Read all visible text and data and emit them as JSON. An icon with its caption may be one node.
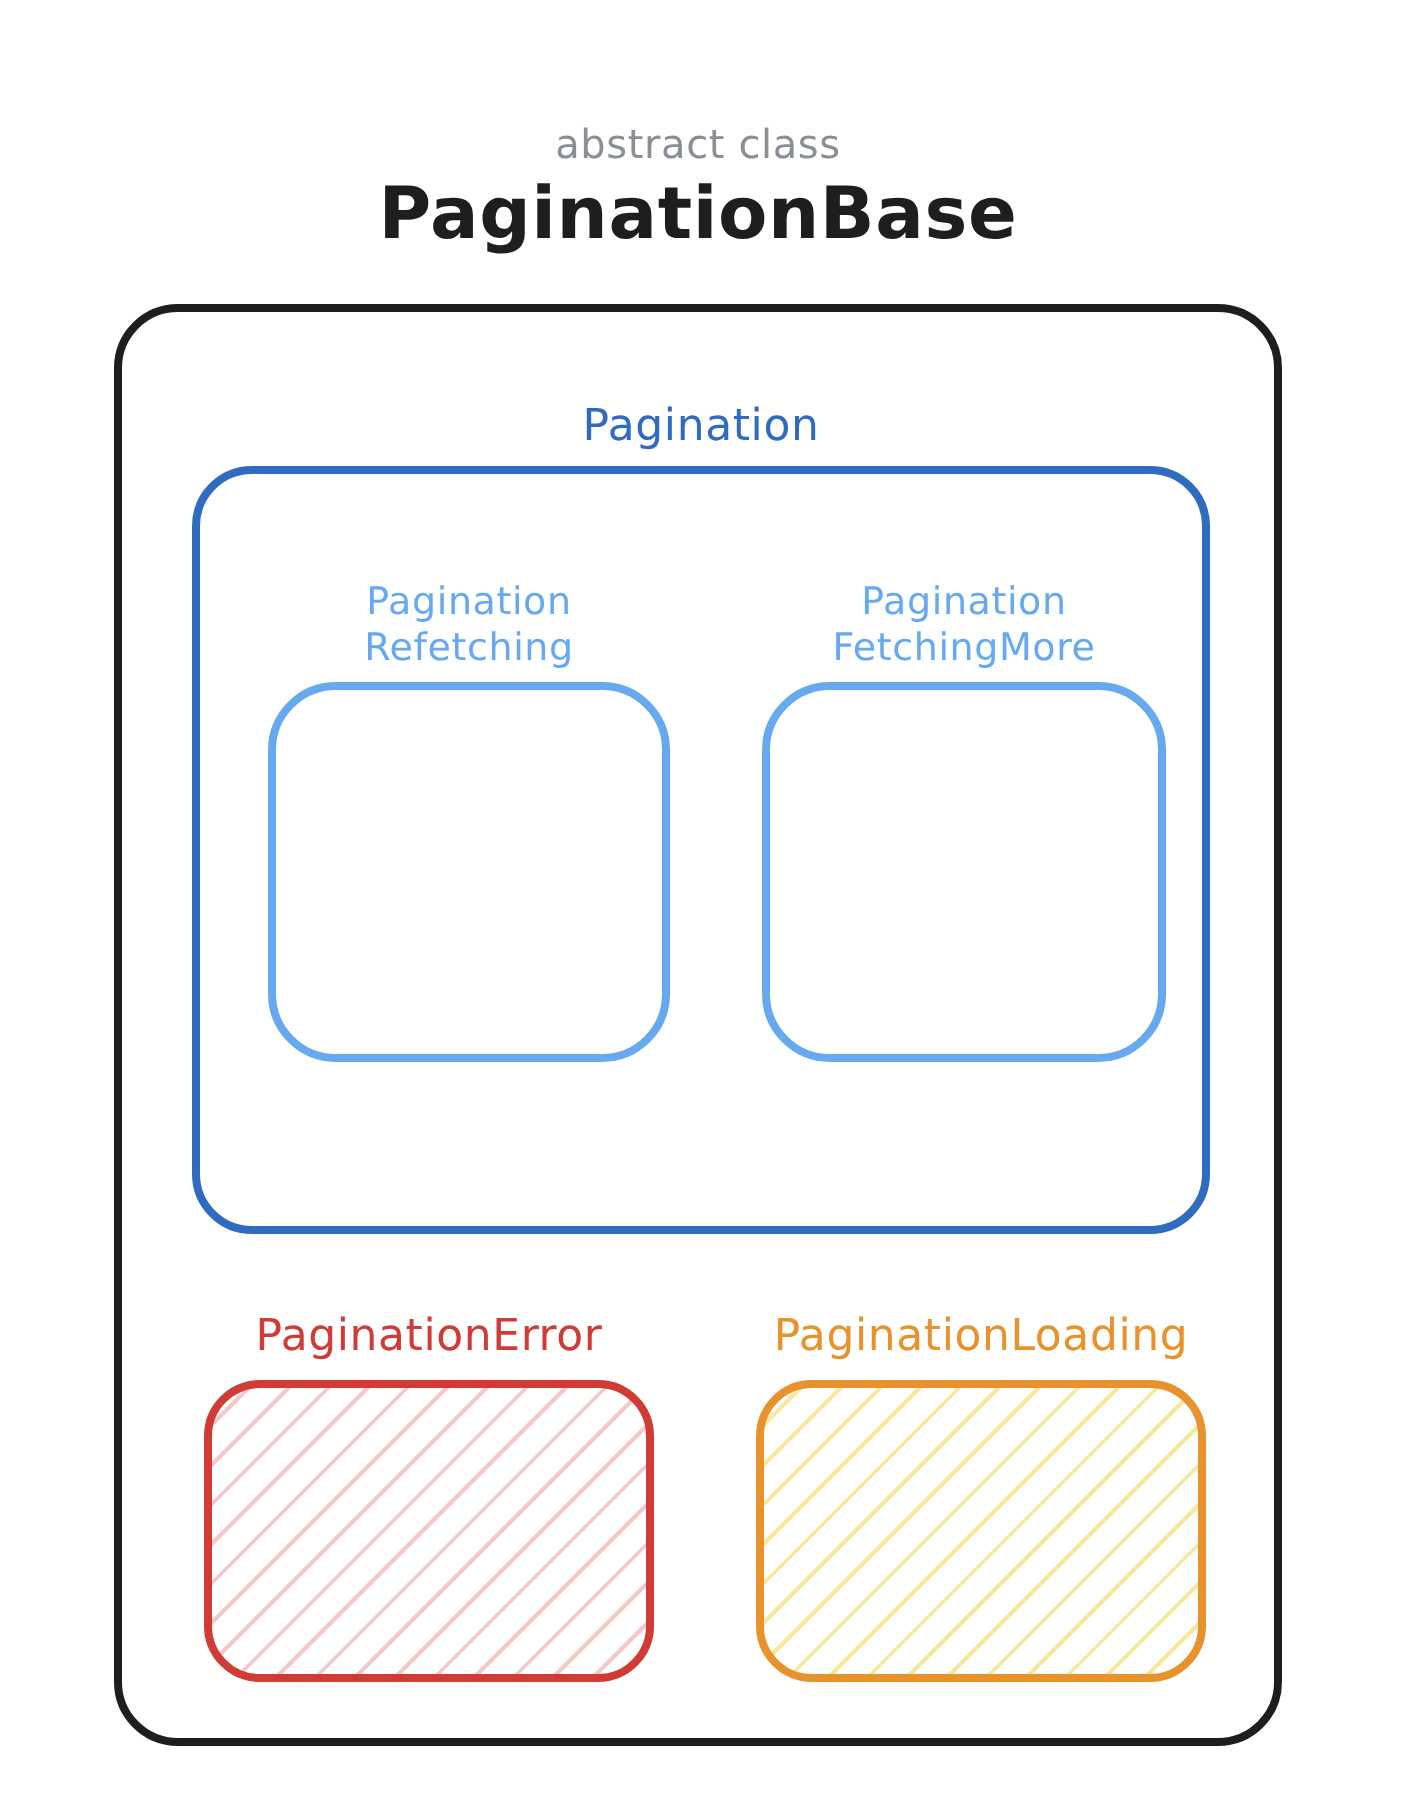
{
  "diagram": {
    "nodes": [
      {
        "text": [
          "abstract class",
          "PaginationBase"
        ]
      },
      {
        "text": [
          "Pagination"
        ],
        "in": 0
      },
      {
        "text": [
          "Pagination Refetching"
        ],
        "in": 1
      },
      {
        "text": [
          "Pagination FetchingMore"
        ],
        "in": 1
      },
      {
        "text": [
          "PaginationError"
        ],
        "in": 0
      },
      {
        "text": [
          "PaginationLoading"
        ],
        "in": 0
      }
    ]
  }
}
